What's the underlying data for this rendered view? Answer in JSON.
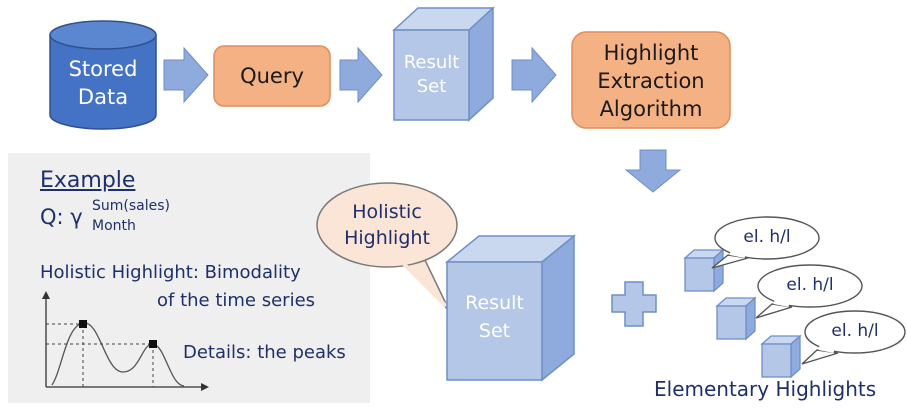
{
  "pipeline": {
    "stored_data": [
      "Stored",
      "Data"
    ],
    "query": "Query",
    "result_set": [
      "Result",
      "Set"
    ],
    "algorithm": [
      "Highlight",
      "Extraction",
      "Algorithm"
    ]
  },
  "example": {
    "title": "Example",
    "q_prefix": "Q: γ",
    "q_super": "Sum(sales)",
    "q_sub": "Month",
    "holistic_line1": "Holistic Highlight: Bimodality",
    "holistic_line2": "of the time series",
    "details": "Details: the peaks"
  },
  "output": {
    "holistic_bubble": [
      "Holistic",
      "Highlight"
    ],
    "result_set": [
      "Result",
      "Set"
    ],
    "elementary_bubble": "el. h/l",
    "elementary_caption": "Elementary Highlights"
  },
  "colors": {
    "navy": "#1f2f6b",
    "cylinder": "#4472c4",
    "orange_fill": "#f4b183",
    "cube_fill": "#b4c7e7",
    "arrow_fill": "#8faadc",
    "bubble_fill": "#fbe5d6",
    "panel": "#efefef"
  }
}
